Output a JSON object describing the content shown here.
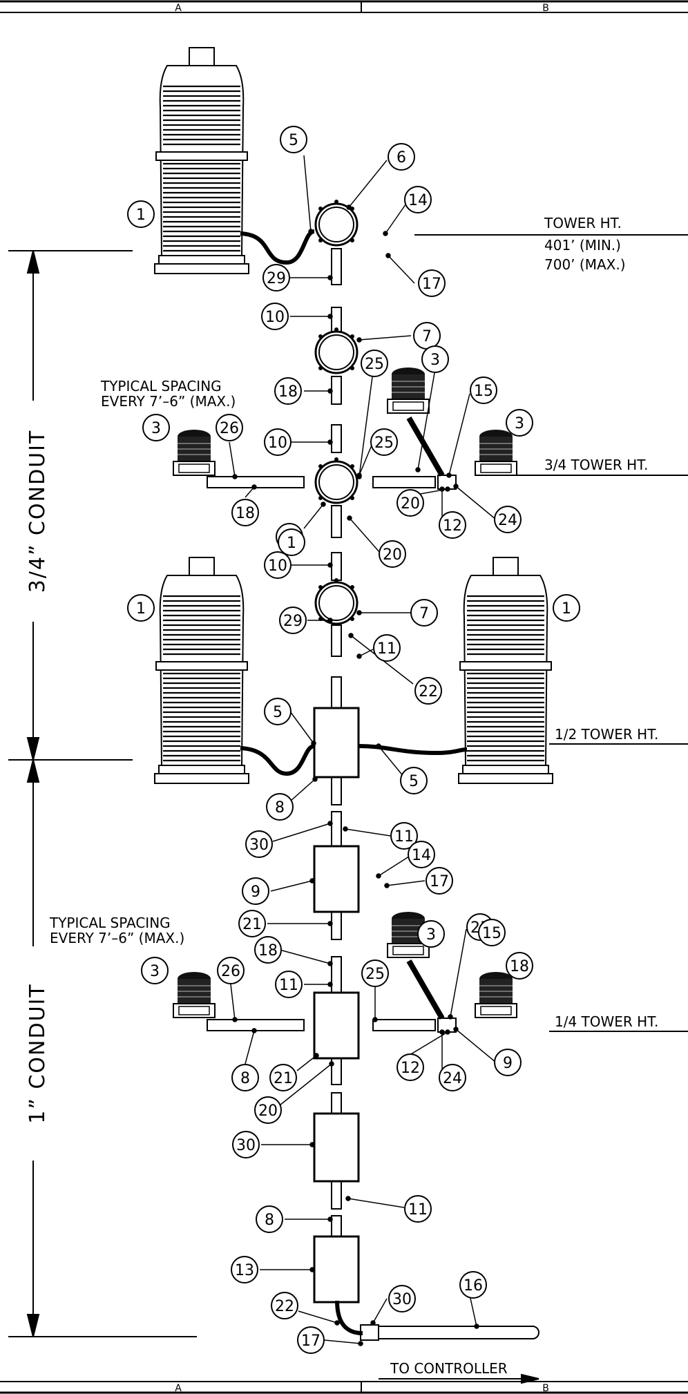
{
  "header": {
    "col_a": "A",
    "col_b": "B"
  },
  "footer": {
    "col_a": "A",
    "col_b": "B"
  },
  "levels": {
    "tower_ht": "TOWER HT.",
    "min_ht": "401’ (MIN.)",
    "max_ht": "700’ (MAX.)",
    "three_quarter": "3/4 TOWER HT.",
    "half": "1/2 TOWER HT.",
    "quarter": "1/4 TOWER HT."
  },
  "spacing_note": {
    "line1": "TYPICAL SPACING",
    "line2": "EVERY 7’–6” (MAX.)"
  },
  "conduit": {
    "upper": "3/4” CONDUIT",
    "lower": "1” CONDUIT"
  },
  "to_controller": "TO CONTROLLER",
  "callouts": [
    "1",
    "5",
    "6",
    "14",
    "17",
    "29",
    "10",
    "7",
    "18",
    "3",
    "25",
    "15",
    "26",
    "20",
    "12",
    "24",
    "11",
    "22",
    "8",
    "30",
    "9",
    "21",
    "16",
    "13"
  ]
}
